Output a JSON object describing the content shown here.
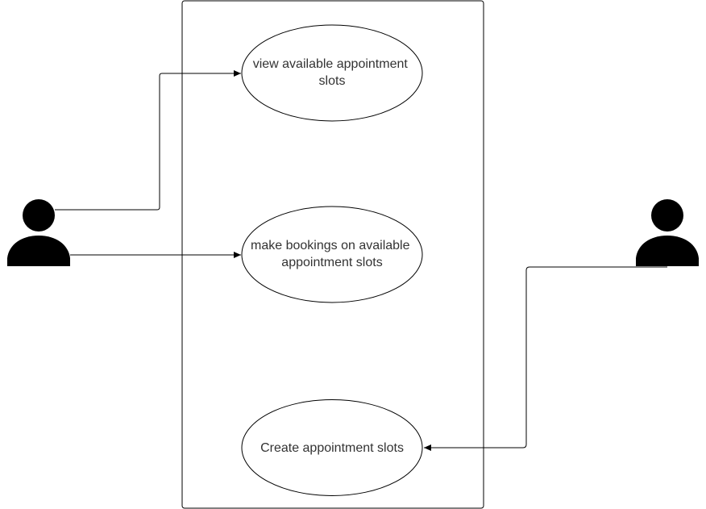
{
  "diagram": {
    "use_cases": [
      {
        "id": "uc1",
        "lines": [
          "view available appointment",
          "slots"
        ]
      },
      {
        "id": "uc2",
        "lines": [
          "make bookings on available",
          "appointment slots"
        ]
      },
      {
        "id": "uc3",
        "lines": [
          "Create appointment slots"
        ]
      }
    ],
    "actors": [
      {
        "id": "actor-left",
        "icon": "person-icon"
      },
      {
        "id": "actor-right",
        "icon": "person-icon"
      }
    ],
    "colors": {
      "stroke": "#000000",
      "text": "#333333",
      "actor_fill": "#000000",
      "background": "#ffffff"
    }
  }
}
